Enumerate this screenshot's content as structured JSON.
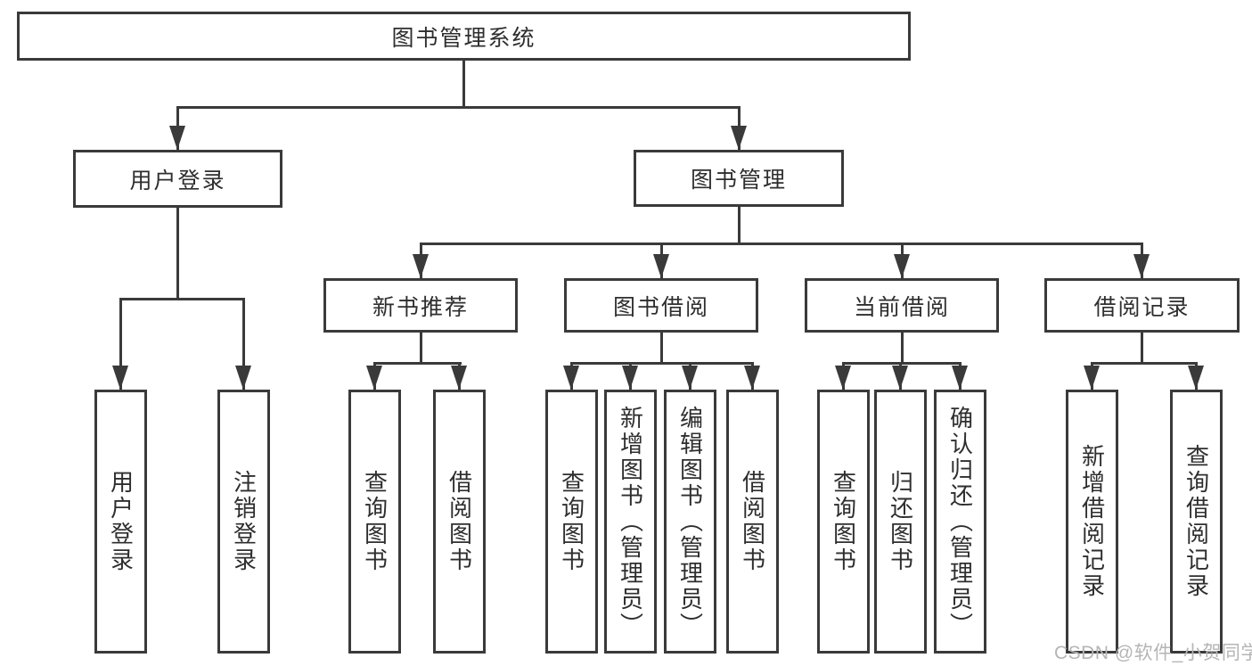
{
  "tree": {
    "root": "图书管理系统",
    "level2": [
      "用户登录",
      "图书管理"
    ],
    "level3": [
      "新书推荐",
      "图书借阅",
      "当前借阅",
      "借阅记录"
    ],
    "leaves": [
      "用户登录",
      "注销登录",
      "查询图书",
      "借阅图书",
      "查询图书",
      "新增图书（管理员）",
      "编辑图书（管理员）",
      "借阅图书",
      "查询图书",
      "归还图书",
      "确认归还（管理员）",
      "新增借阅记录",
      "查询借阅记录"
    ],
    "structure": {
      "用户登录": [
        "用户登录",
        "注销登录"
      ],
      "图书管理": {
        "新书推荐": [
          "查询图书",
          "借阅图书"
        ],
        "图书借阅": [
          "查询图书",
          "新增图书（管理员）",
          "编辑图书（管理员）",
          "借阅图书"
        ],
        "当前借阅": [
          "查询图书",
          "归还图书",
          "确认归还（管理员）"
        ],
        "借阅记录": [
          "新增借阅记录",
          "查询借阅记录"
        ]
      }
    }
  },
  "watermark": "CSDN @软件_小贺同学",
  "colors": {
    "line": "#3a3a3a",
    "text": "#2e2e2e",
    "background": "#ffffff",
    "watermark": "#b5b5b5"
  }
}
